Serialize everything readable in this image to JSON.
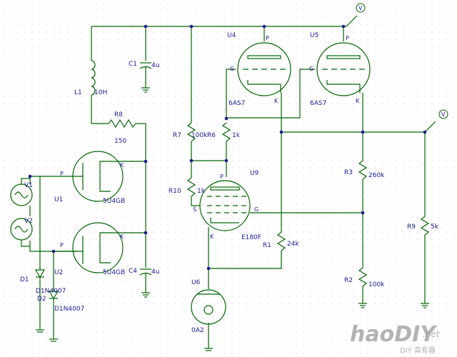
{
  "colors": {
    "wire": "#006400",
    "label": "#1a1a99",
    "grid": "#c8c8c8",
    "background": "#ffffff",
    "watermark": "#9a9a9a"
  },
  "diagram": {
    "type": "schematic",
    "labels": {
      "v_top": "V",
      "v_right": "V",
      "u4": "U4",
      "u4_type": "6AS7",
      "u5": "U5",
      "u5_type": "6AS7",
      "u4_p": "P",
      "u5_p": "P",
      "u4_g": "G",
      "u5_g": "G",
      "u4_k": "K",
      "u5_k": "K",
      "c1": "C1",
      "c1_val": "4u",
      "l1": "L1",
      "l1_val": "10H",
      "r8": "R8",
      "r8_val": "150",
      "r7": "R7",
      "r7_val": "100k",
      "r6": "R6",
      "r6_val": "1k",
      "r10": "R10",
      "r10_val": "1k",
      "u9": "U9",
      "u9_type": "E180F",
      "u9_p": "P",
      "u9_s": "S",
      "u9_g": "G",
      "u9_k": "K",
      "r1": "R1",
      "r1_val": "24k",
      "r3": "R3",
      "r3_val": "260k",
      "r2": "R2",
      "r2_val": "100k",
      "r9": "R9",
      "r9_val": "5k",
      "u1": "U1",
      "u1_type": "5U4GB",
      "u1_p": "P",
      "u1_k": "K",
      "u2": "U2",
      "u2_type": "5U4GB",
      "u2_p": "P",
      "u2_k": "K",
      "v1": "V1",
      "v2": "V2",
      "d1": "D1",
      "d1_type": "D1N4007",
      "d2": "D2",
      "d2_type": "D1N4007",
      "c4": "C4",
      "c4_val": "4u",
      "u6": "U6",
      "u6_type": "0A2"
    }
  },
  "watermark": {
    "main": "haoDIY",
    "net": ".net",
    "sub": "DIY 真有趣"
  }
}
